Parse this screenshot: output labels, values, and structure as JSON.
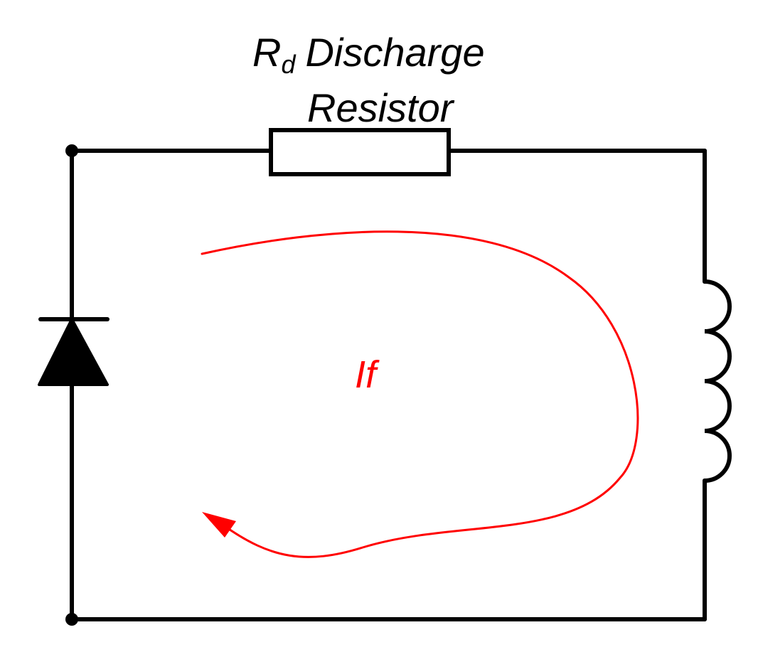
{
  "resistor": {
    "symbol": "R",
    "subscript": "d",
    "label_line1_rest": "Discharge",
    "label_line2": "Resistor"
  },
  "current": {
    "label": "If"
  },
  "colors": {
    "wire": "#000000",
    "current": "#ff0000",
    "background": "#ffffff"
  }
}
